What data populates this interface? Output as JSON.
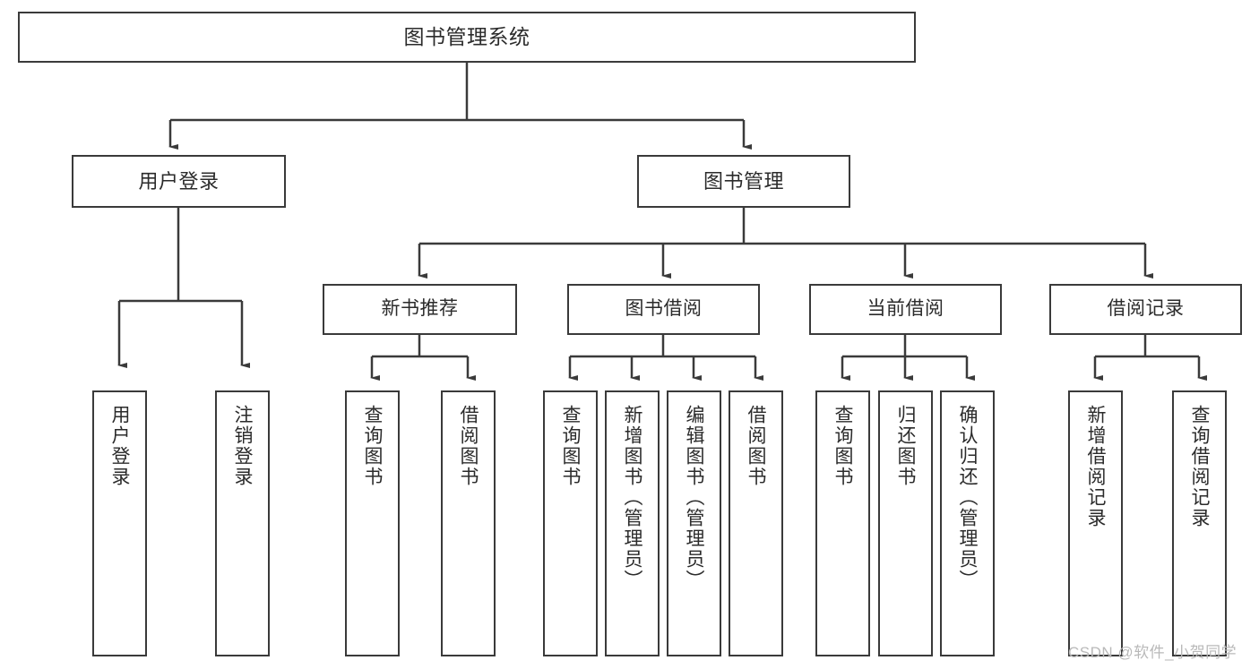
{
  "diagram": {
    "title": "图书管理系统",
    "orientation": "top-down-tree",
    "levels": 4
  },
  "root": {
    "label": "图书管理系统"
  },
  "level2": [
    {
      "label": "用户登录"
    },
    {
      "label": "图书管理"
    }
  ],
  "level3": [
    {
      "label": "新书推荐"
    },
    {
      "label": "图书借阅"
    },
    {
      "label": "当前借阅"
    },
    {
      "label": "借阅记录"
    }
  ],
  "leaves": {
    "user_login": [
      {
        "label": "用户登录"
      },
      {
        "label": "注销登录"
      }
    ],
    "new_book_recommend": [
      {
        "label": "查询图书"
      },
      {
        "label": "借阅图书"
      }
    ],
    "book_borrow": [
      {
        "label": "查询图书"
      },
      {
        "label": "新增图书（管理员）"
      },
      {
        "label": "编辑图书（管理员）"
      },
      {
        "label": "借阅图书"
      }
    ],
    "current_borrow": [
      {
        "label": "查询图书"
      },
      {
        "label": "归还图书"
      },
      {
        "label": "确认归还（管理员）"
      }
    ],
    "borrow_record": [
      {
        "label": "新增借阅记录"
      },
      {
        "label": "查询借阅记录"
      }
    ]
  },
  "watermark": {
    "text": "CSDN @软件_小贺同学"
  },
  "colors": {
    "stroke": "#3a3a3a",
    "text": "#2b2b2b",
    "background": "#ffffff",
    "watermark": "#b9b9b9"
  }
}
